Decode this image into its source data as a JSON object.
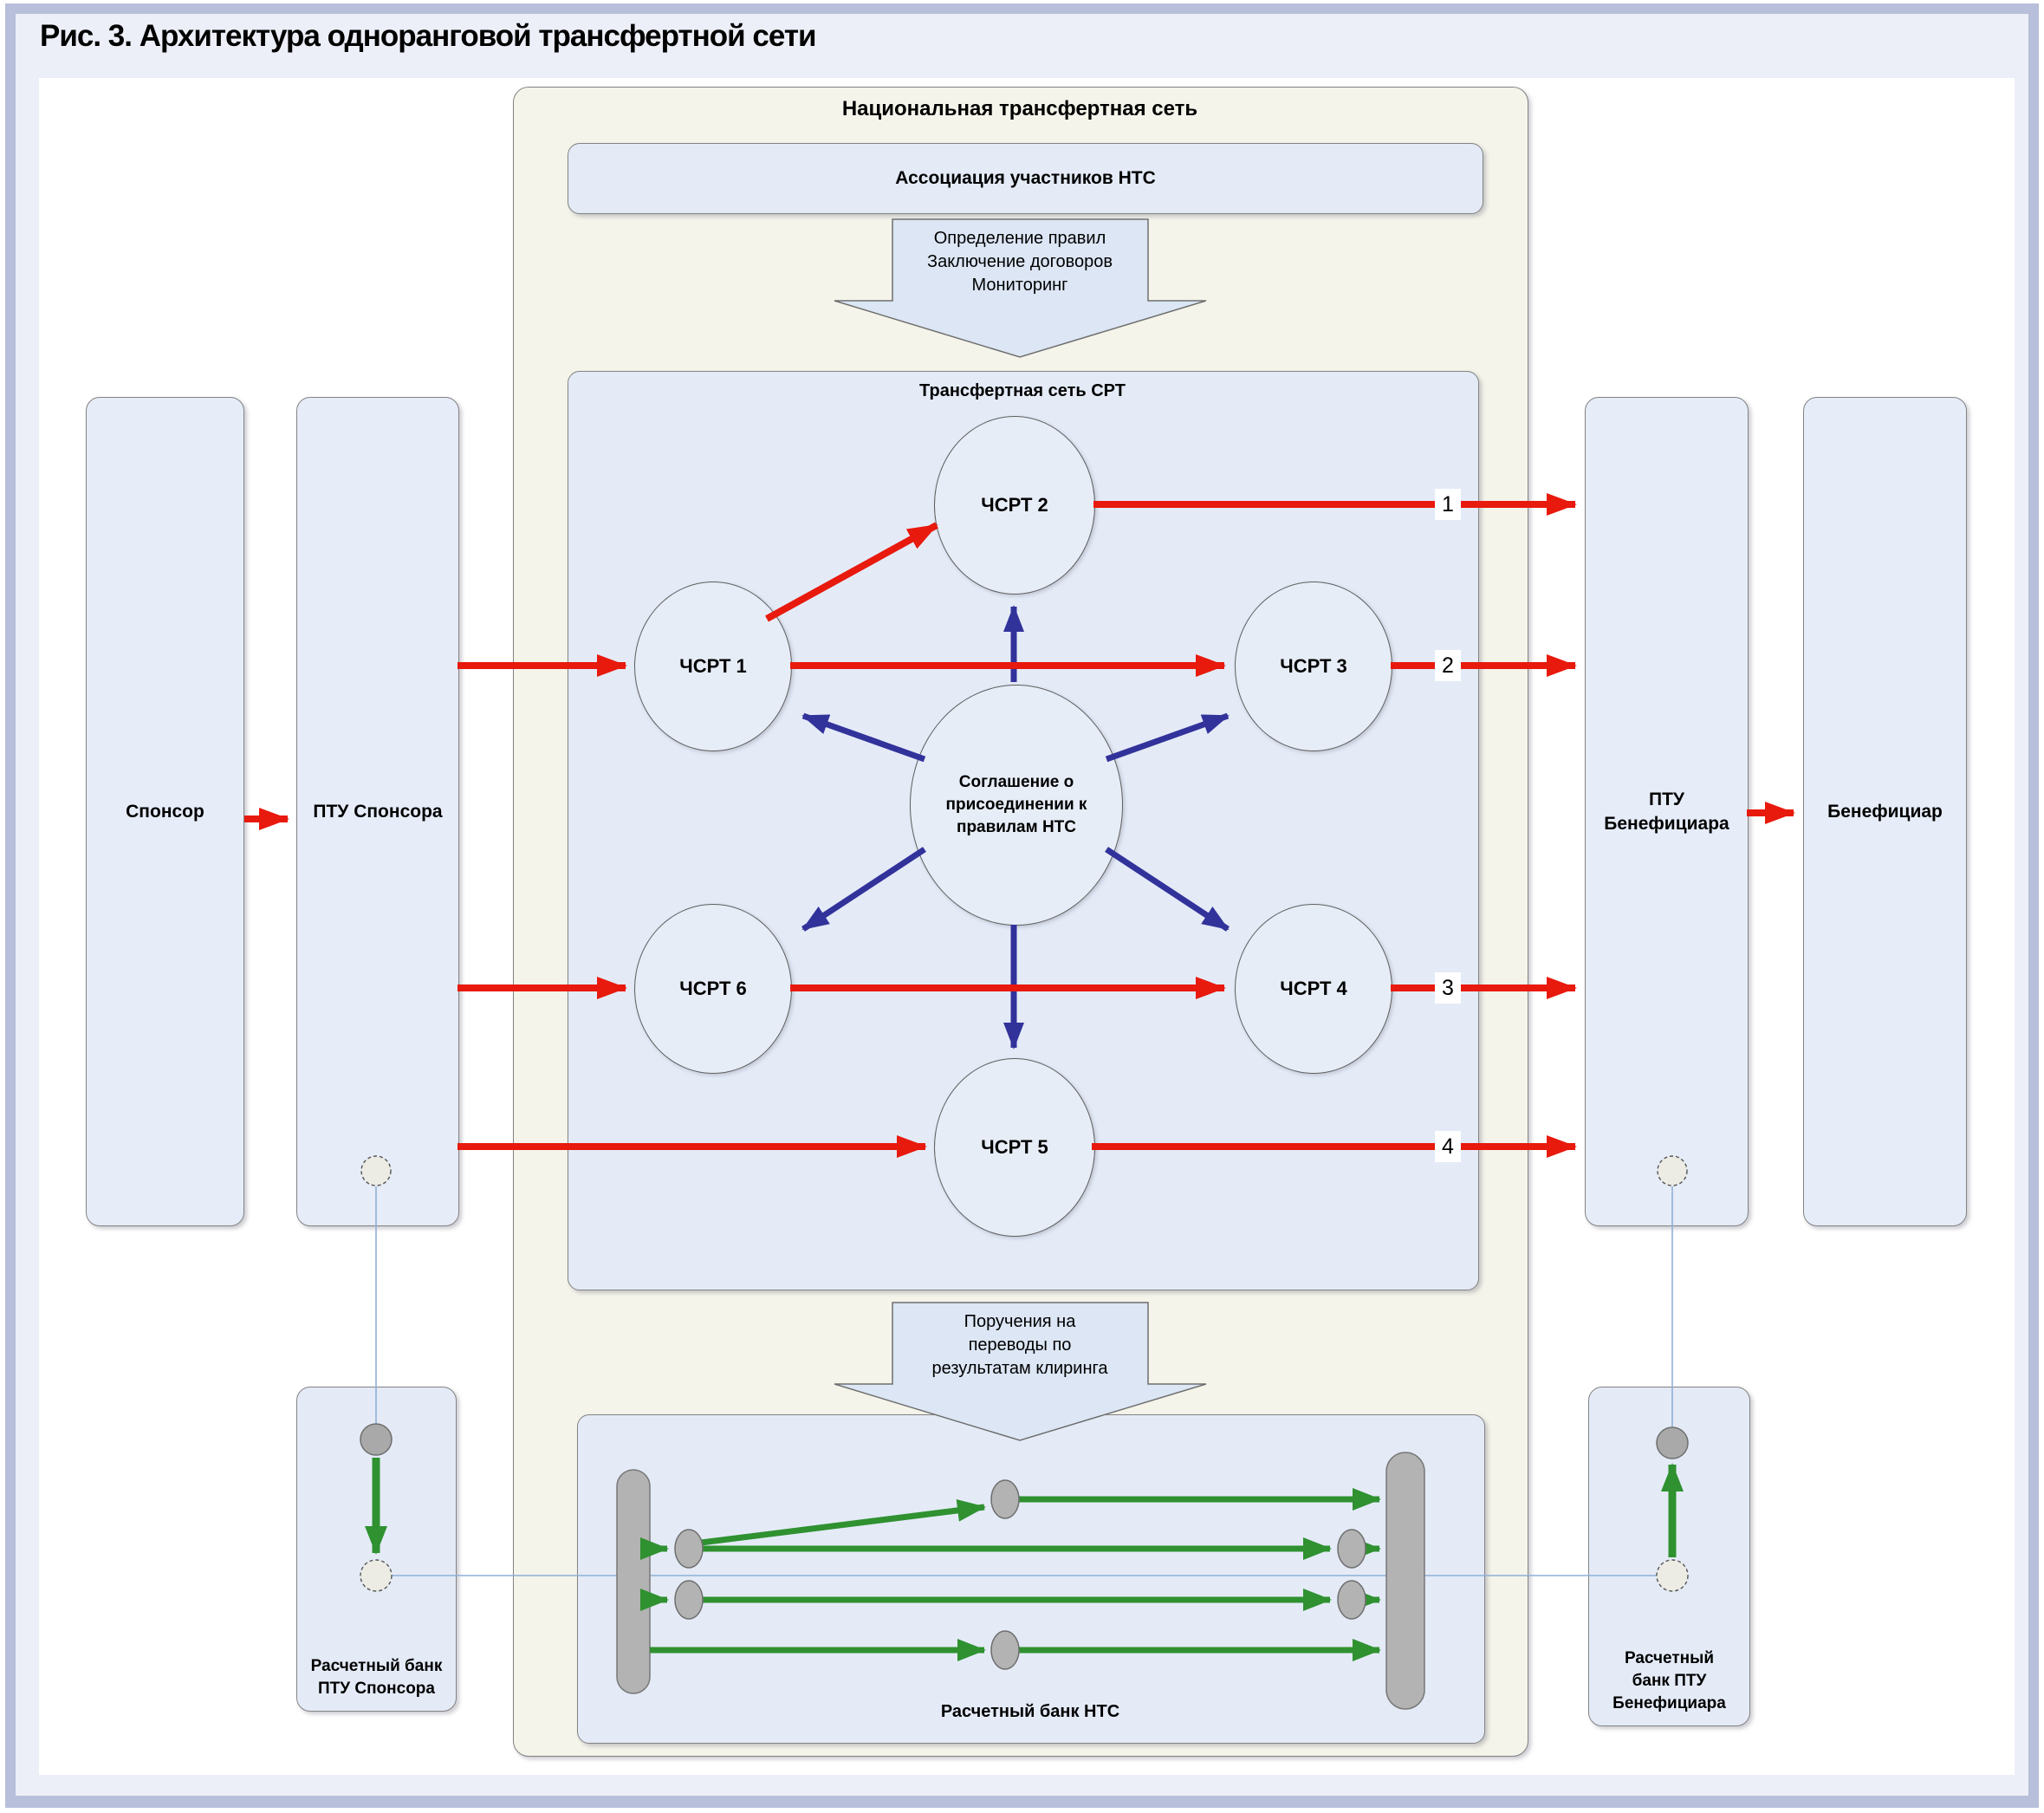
{
  "figure": {
    "title": "Рис. 3. Архитектура одноранговой трансфертной сети"
  },
  "network": {
    "title": "Национальная трансфертная сеть",
    "association_label": "Ассоциация участников НТС",
    "rules_arrow_text": "Определение правил\nЗаключение договоров\nМониторинг",
    "srt": {
      "title": "Трансфертная сеть СРТ",
      "agreement_text": "Соглашение о\nприсоединении к\nправилам НТС",
      "nodes": {
        "chsrt1": "ЧСРТ 1",
        "chsrt2": "ЧСРТ 2",
        "chsrt3": "ЧСРТ 3",
        "chsrt4": "ЧСРТ 4",
        "chsrt5": "ЧСРТ 5",
        "chsrt6": "ЧСРТ 6"
      }
    },
    "clearing_arrow_text": "Поручения на\nпереводы по\nрезультатам клиринга",
    "settlement_bank_label": "Расчетный банк НТС"
  },
  "sponsor_side": {
    "sponsor": "Спонсор",
    "ptu": "ПТУ Спонсора",
    "settlement_bank": "Расчетный банк\nПТУ Спонсора"
  },
  "beneficiary_side": {
    "ptu": "ПТУ\nБенефициара",
    "beneficiary": "Бенефициар",
    "settlement_bank": "Расчетный\nбанк ПТУ\nБенефициара"
  },
  "route_numbers": [
    "1",
    "2",
    "3",
    "4"
  ],
  "colors": {
    "red_arrow": "#e8190d",
    "navy_arrow": "#32329b",
    "green_arrow": "#2f9130",
    "link_line": "#8fafd6",
    "inner_fill": "#e4ebf7",
    "outer_fill": "#f4f4ea",
    "frame_band": "#b7bfda"
  }
}
